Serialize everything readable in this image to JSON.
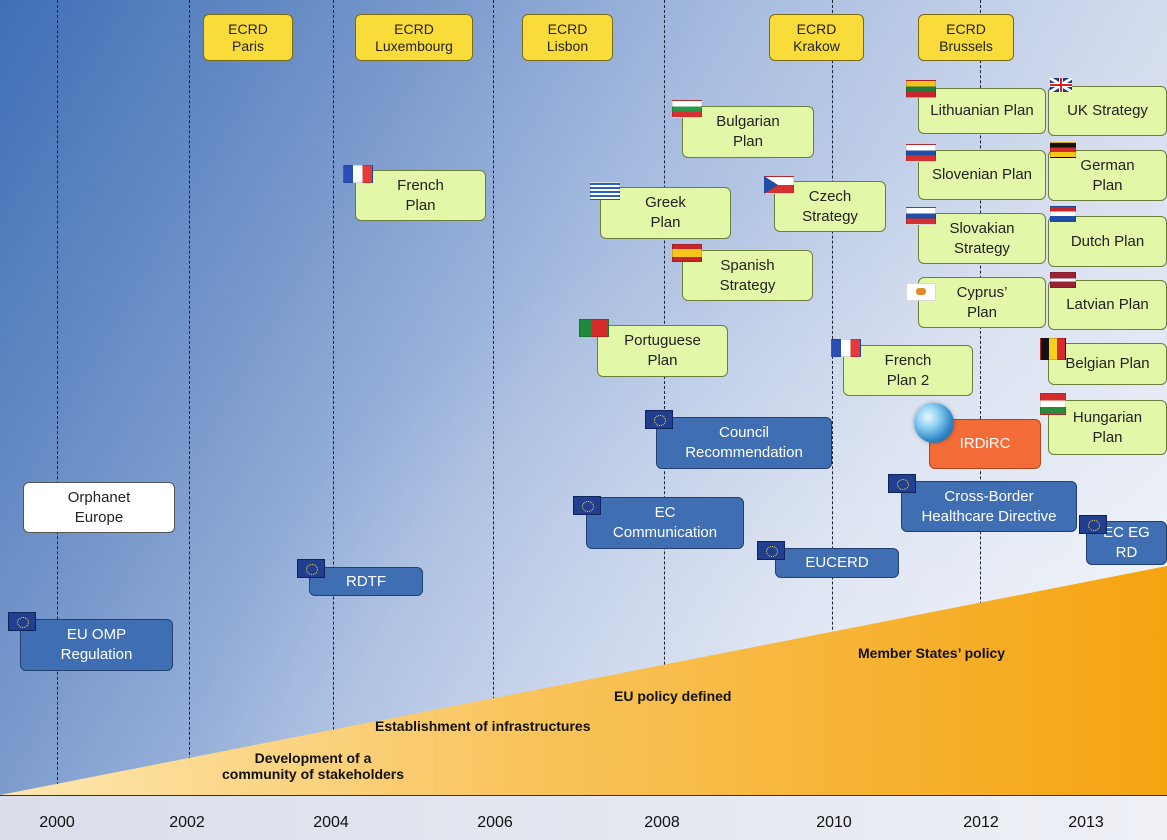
{
  "years": [
    "2000",
    "2002",
    "2004",
    "2006",
    "2008",
    "2010",
    "2012",
    "2013"
  ],
  "ecrd": [
    {
      "title": "ECRD",
      "city": "Paris"
    },
    {
      "title": "ECRD",
      "city": "Luxembourg"
    },
    {
      "title": "ECRD",
      "city": "Lisbon"
    },
    {
      "title": "ECRD",
      "city": "Krakow"
    },
    {
      "title": "ECRD",
      "city": "Brussels"
    }
  ],
  "plans": {
    "french": "French\nPlan",
    "greek": "Greek\nPlan",
    "bulgarian": "Bulgarian\nPlan",
    "czech": "Czech\nStrategy",
    "spanish": "Spanish\nStrategy",
    "portuguese": "Portuguese\nPlan",
    "french2": "French\nPlan 2",
    "lithuanian": "Lithuanian Plan",
    "slovenian": "Slovenian Plan",
    "slovakian": "Slovakian\nStrategy",
    "cyprus": "Cyprus’\nPlan",
    "uk": "UK Strategy",
    "german": "German\nPlan",
    "dutch": "Dutch Plan",
    "latvian": "Latvian Plan",
    "belgian": "Belgian Plan",
    "hungarian": "Hungarian\nPlan"
  },
  "eu": {
    "omp": "EU OMP\nRegulation",
    "rdtf": "RDTF",
    "communication": "EC\nCommunication",
    "council": "Council\nRecommendation",
    "eucerd": "EUCERD",
    "crossborder": "Cross-Border\nHealthcare Directive",
    "ecegrd": "EC EG RD"
  },
  "orphanet": "Orphanet\nEurope",
  "irdirc": "IRDiRC",
  "wedge_labels": {
    "community": "Development of a\ncommunity of stakeholders",
    "infrastructures": "Establishment of infrastructures",
    "eu_policy": "EU policy defined",
    "member_states": "Member States’ policy"
  },
  "colors": {
    "ecrd": "#f9dc3a",
    "plan": "#e2f7a8",
    "eu": "#3f6fb2",
    "irdirc": "#f36b36",
    "wedge": "#f6a91c"
  },
  "icons": {
    "eu_flag": "eu-flag-icon",
    "globe": "globe-icon",
    "national_flags": [
      "france",
      "greece",
      "bulgaria",
      "czech-republic",
      "spain",
      "portugal",
      "lithuania",
      "slovenia",
      "slovakia",
      "cyprus",
      "united-kingdom",
      "germany",
      "netherlands",
      "latvia",
      "belgium",
      "hungary"
    ]
  }
}
